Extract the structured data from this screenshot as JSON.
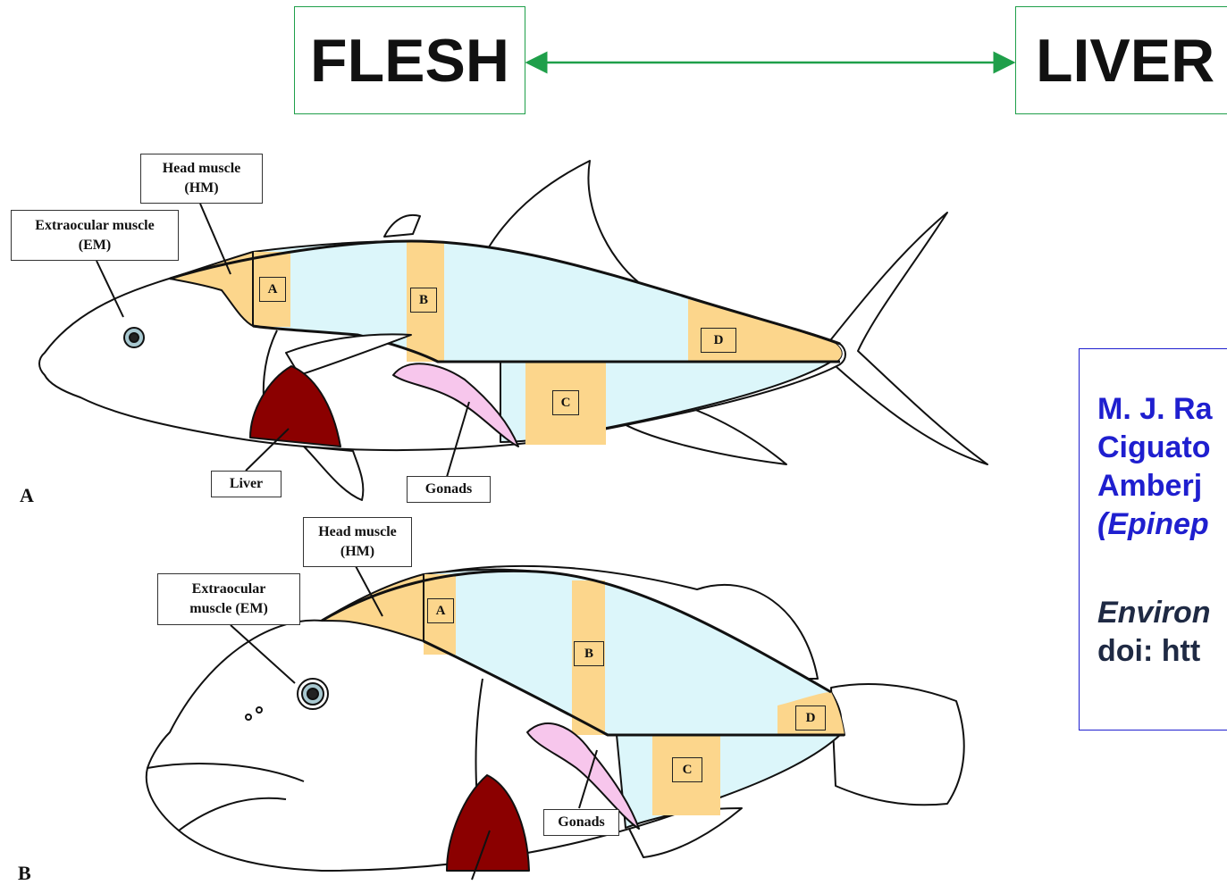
{
  "header": {
    "left_title": "FLESH",
    "right_title": "LIVER"
  },
  "panel_a": {
    "panel_letter": "A",
    "head_muscle_line1": "Head muscle",
    "head_muscle_line2": "(HM)",
    "extraocular_line1": "Extraocular muscle",
    "extraocular_line2": "(EM)",
    "liver": "Liver",
    "gonads": "Gonads",
    "segments": [
      "A",
      "B",
      "C",
      "D"
    ]
  },
  "panel_b": {
    "panel_letter": "B",
    "head_muscle_line1": "Head muscle",
    "head_muscle_line2": "(HM)",
    "extraocular_line1": "Extraocular",
    "extraocular_line2": "muscle (EM)",
    "gonads": "Gonads",
    "segments": [
      "A",
      "B",
      "C",
      "D"
    ]
  },
  "citation": {
    "line1": "M. J. Ra",
    "line2": "Ciguato",
    "line3": "Amberj",
    "line4": "(Epinep",
    "line5": "Environ",
    "line6": "doi: htt"
  },
  "colors": {
    "arrow_green": "#1f9f4a",
    "muscle_orange": "#fcd68c",
    "flesh_blue": "#dcf6fa",
    "liver_red": "#8b0000",
    "gonad_pink": "#f7c6ec",
    "citation_blue": "#1f1fcf"
  }
}
